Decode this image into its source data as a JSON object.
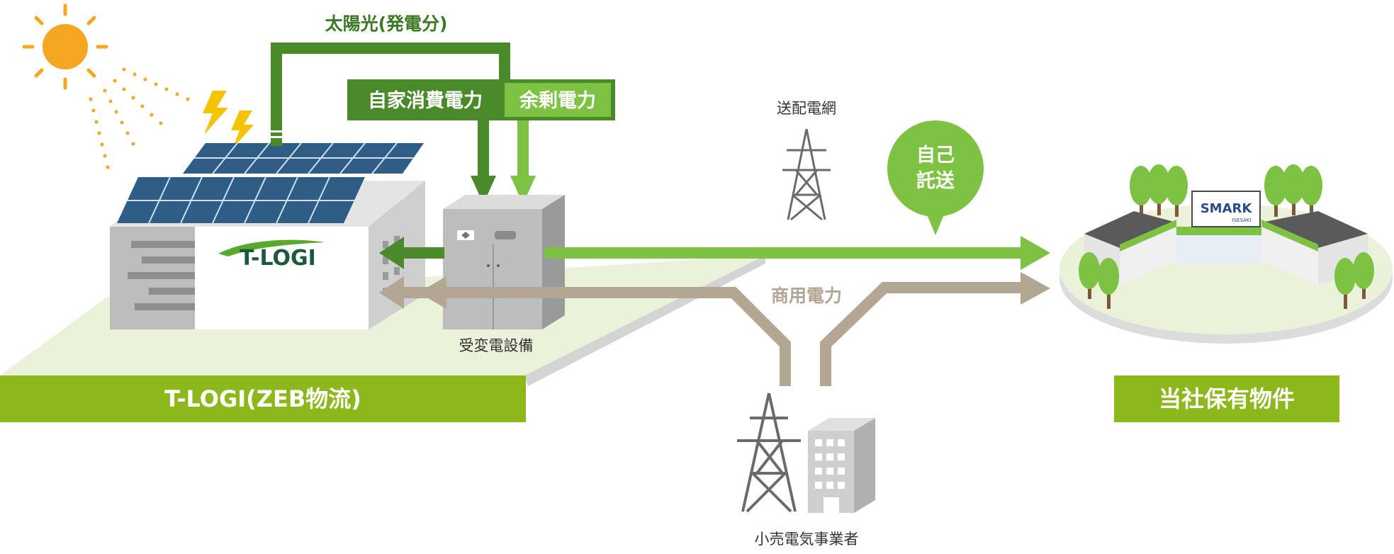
{
  "labels": {
    "solar_generation": "太陽光(発電分)",
    "self_consumption": "自家消費電力",
    "surplus_power": "余剰電力",
    "transmission_grid": "送配電網",
    "self_wheeling_line1": "自己",
    "self_wheeling_line2": "託送",
    "commercial_power": "商用電力",
    "substation_equipment": "受変電設備",
    "retail_electricity_provider": "小売電気事業者",
    "tlogi_zeb_logistics": "T-LOGI(ZEB物流)",
    "company_property": "当社保有物件",
    "tlogi_logo": "T-LOGI",
    "smark_logo": "SMARK",
    "smark_sub": "ISESAKI"
  },
  "colors": {
    "dark_green": "#4a8a2a",
    "light_green": "#7dc242",
    "lime_banner": "#8cb81c",
    "taupe_arrow": "#b3a794",
    "ground": "#ebf2da",
    "sun": "#f5a623",
    "panel_blue": "#2f5d86",
    "tower_gray": "#6b6b6b"
  }
}
